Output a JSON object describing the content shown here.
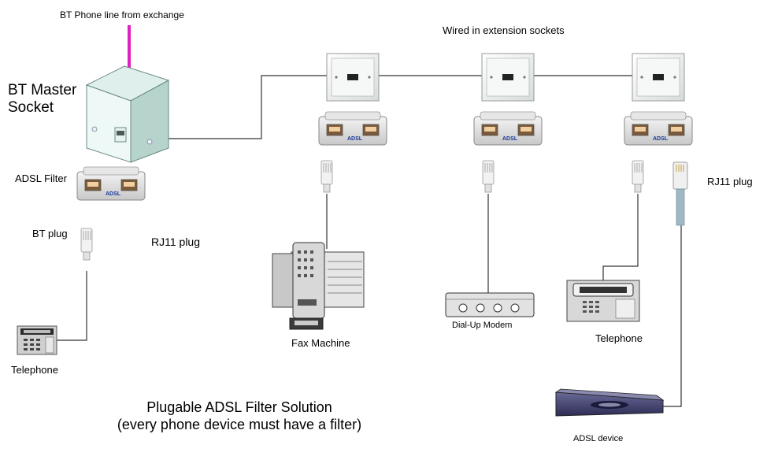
{
  "title": "BT Phone line from exchange",
  "master_socket_label": "BT Master Socket",
  "extension_label": "Wired in extension sockets",
  "adsl_filter_label": "ADSL Filter",
  "bt_plug_label": "BT plug",
  "rj11_plug_left_label": "RJ11 plug",
  "rj11_plug_right_label": "RJ11 plug",
  "telephone_left_label": "Telephone",
  "fax_label": "Fax Machine",
  "modem_label": "Dial-Up Modem",
  "telephone_right_label": "Telephone",
  "adsl_device_label": "ADSL device",
  "filter_marking": "ADSL",
  "caption_line1": "Plugable ADSL Filter Solution",
  "caption_line2": "(every phone device must have a filter)",
  "colors": {
    "incoming_line": "#e020c0",
    "wire": "#333333",
    "rj11_cable": "#9fb8c4",
    "socket_face": "#e8f0ee",
    "modem_body": "#3a3a6a"
  }
}
